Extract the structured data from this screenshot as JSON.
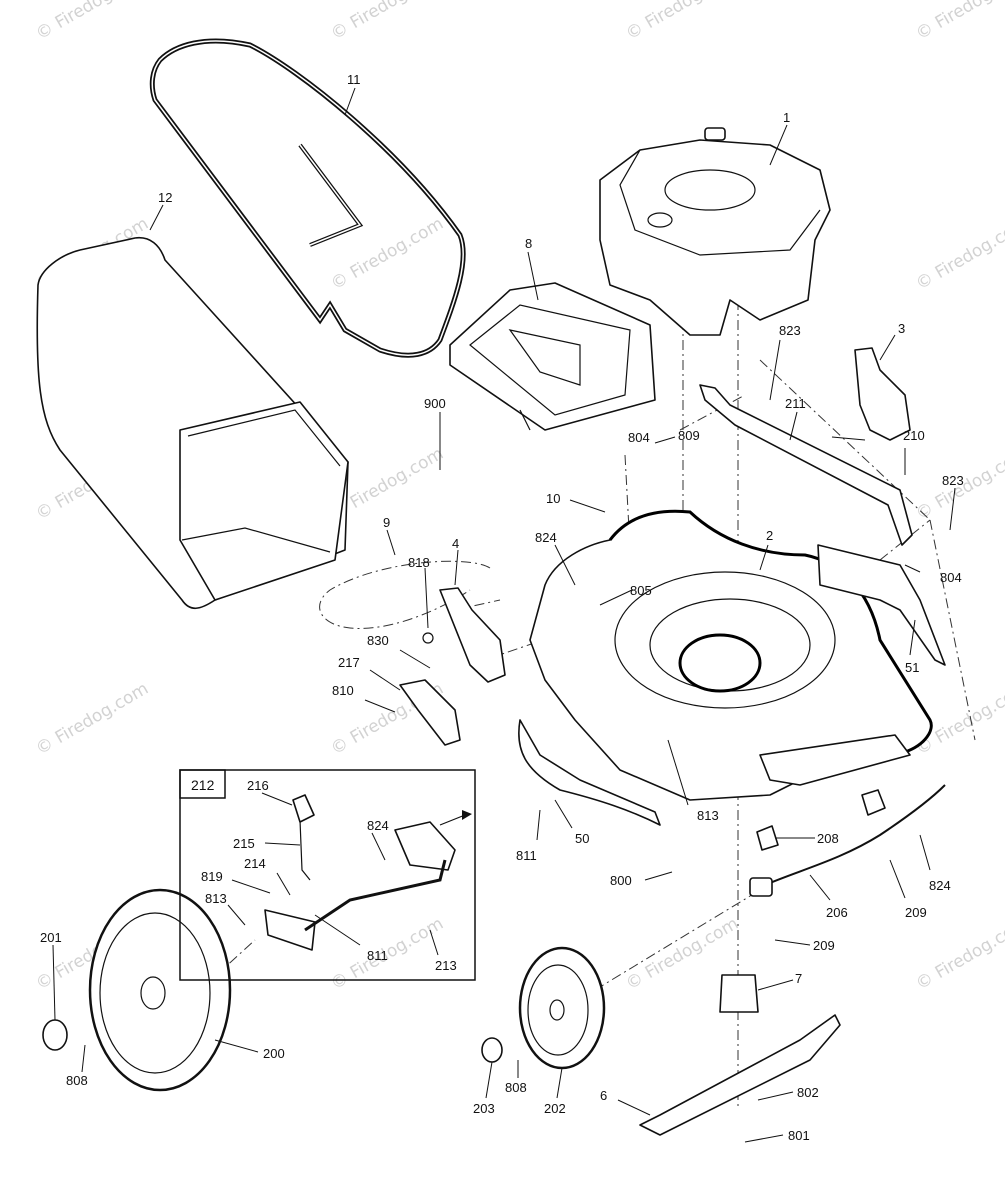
{
  "watermark": "© Firedog.com",
  "inset": {
    "tag": "212"
  },
  "labels": {
    "p1": "1",
    "p2": "2",
    "p3": "3",
    "p4": "4",
    "p6": "6",
    "p7": "7",
    "p8": "8",
    "p9": "9",
    "p10": "10",
    "p11": "11",
    "p12": "12",
    "p50": "50",
    "p51": "51",
    "p200": "200",
    "p201": "201",
    "p202": "202",
    "p203": "203",
    "p206": "206",
    "p208": "208",
    "p209a": "209",
    "p209b": "209",
    "p210": "210",
    "p211": "211",
    "p213": "213",
    "p214": "214",
    "p215": "215",
    "p216": "216",
    "p217": "217",
    "p800": "800",
    "p801": "801",
    "p802": "802",
    "p804a": "804",
    "p804b": "804",
    "p805": "805",
    "p808a": "808",
    "p808b": "808",
    "p809": "809",
    "p810": "810",
    "p811a": "811",
    "p811b": "811",
    "p813a": "813",
    "p813b": "813",
    "p818": "818",
    "p819": "819",
    "p823a": "823",
    "p823b": "823",
    "p824a": "824",
    "p824b": "824",
    "p824c": "824",
    "p830": "830",
    "p900": "900"
  }
}
